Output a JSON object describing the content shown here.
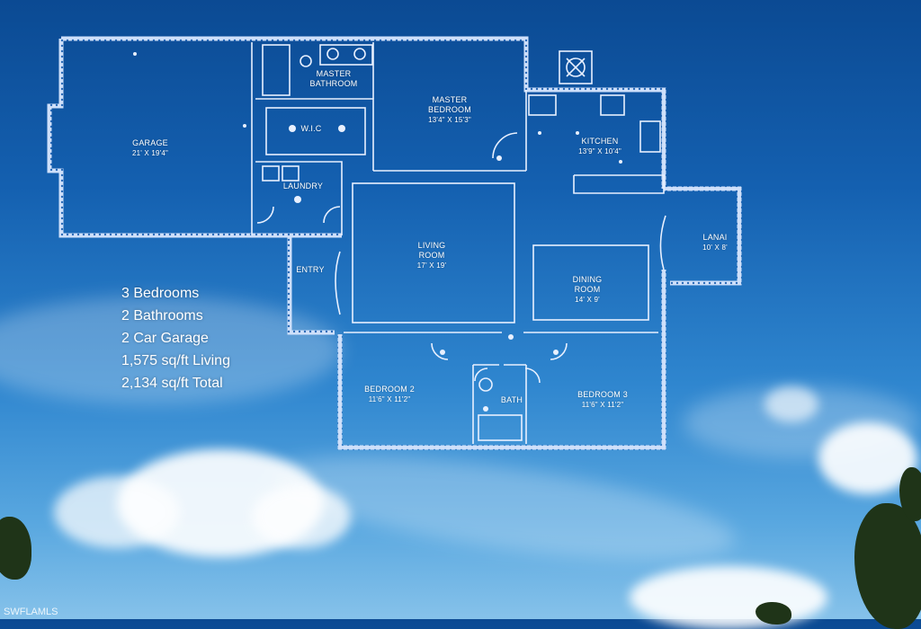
{
  "rooms": {
    "garage": {
      "name": "GARAGE",
      "dims": "21' X 19'4\""
    },
    "master_bathroom": {
      "name": "MASTER BATHROOM"
    },
    "master_bedroom": {
      "name": "MASTER BEDROOM",
      "dims": "13'4\" X 15'3\""
    },
    "wic": {
      "name": "W.I.C"
    },
    "laundry": {
      "name": "LAUNDRY"
    },
    "kitchen": {
      "name": "KITCHEN",
      "dims": "13'9\" X 10'4\""
    },
    "living_room": {
      "name": "LIVING ROOM",
      "dims": "17' X 19'"
    },
    "entry": {
      "name": "ENTRY"
    },
    "dining_room": {
      "name": "DINING ROOM",
      "dims": "14' X 9'"
    },
    "lanai": {
      "name": "LANAI",
      "dims": "10' X 8'"
    },
    "bedroom2": {
      "name": "BEDROOM 2",
      "dims": "11'6\" X 11'2\""
    },
    "bath": {
      "name": "BATH"
    },
    "bedroom3": {
      "name": "BEDROOM 3",
      "dims": "11'6\" X 11'2\""
    }
  },
  "stats": [
    "3  Bedrooms",
    "2  Bathrooms",
    "2 Car Garage",
    "1,575 sq/ft Living",
    "2,134 sq/ft Total"
  ],
  "watermark": "SWFLAMLS",
  "colors": {
    "wall": "#e8f0ff",
    "sky_top": "#0b4a93",
    "sky_bottom": "#86c2ea"
  }
}
